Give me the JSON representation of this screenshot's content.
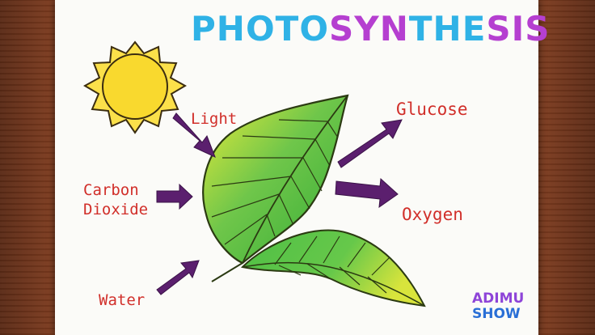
{
  "title": {
    "letters": [
      {
        "ch": "P",
        "color": "#2fb2e6"
      },
      {
        "ch": "H",
        "color": "#2fb2e6"
      },
      {
        "ch": "O",
        "color": "#2fb2e6"
      },
      {
        "ch": "T",
        "color": "#2fb2e6"
      },
      {
        "ch": "O",
        "color": "#2fb2e6"
      },
      {
        "ch": "S",
        "color": "#b53fd0"
      },
      {
        "ch": "Y",
        "color": "#b53fd0"
      },
      {
        "ch": "N",
        "color": "#b53fd0"
      },
      {
        "ch": "T",
        "color": "#2fb2e6"
      },
      {
        "ch": "H",
        "color": "#2fb2e6"
      },
      {
        "ch": "E",
        "color": "#2fb2e6"
      },
      {
        "ch": "S",
        "color": "#b53fd0"
      },
      {
        "ch": "I",
        "color": "#b53fd0"
      },
      {
        "ch": "S",
        "color": "#b53fd0"
      }
    ]
  },
  "labels": {
    "light": "Light",
    "carbon_dioxide_line1": "Carbon",
    "carbon_dioxide_line2": "Dioxide",
    "water": "Water",
    "glucose": "Glucose",
    "oxygen": "Oxygen"
  },
  "logo": {
    "line1": "ADIMU",
    "line2": "SHOW"
  },
  "colors": {
    "arrow": "#5b1f6e",
    "label_text": "#d12f2a",
    "sun_fill": "#fbe04a",
    "leaf_green": "#5cc245",
    "leaf_yellow": "#e3e83a"
  },
  "icons": [
    "sun-icon",
    "leaf-icon",
    "small-leaf-icon",
    "arrow-icon"
  ]
}
